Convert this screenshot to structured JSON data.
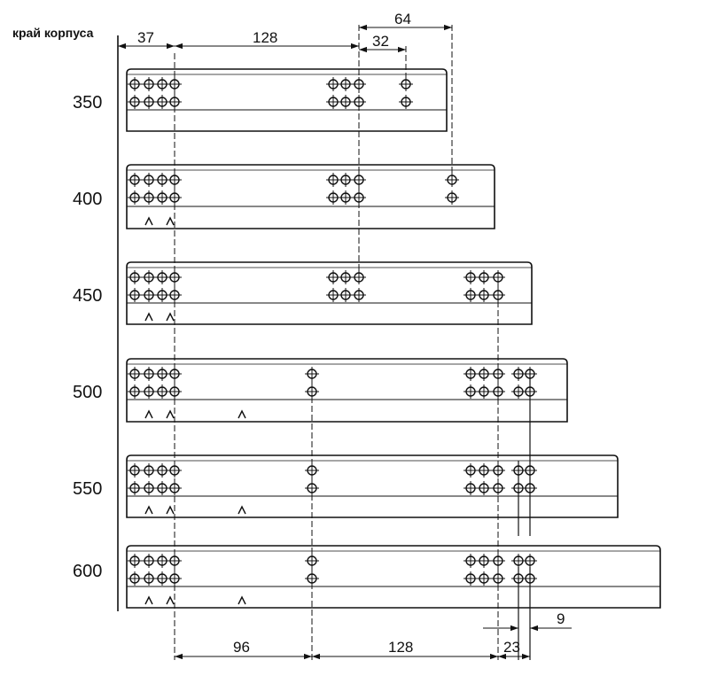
{
  "edge_label": "край корпуса",
  "top_dimensions": {
    "d37": "37",
    "d128": "128",
    "d32": "32",
    "d64": "64"
  },
  "bottom_dimensions": {
    "d96": "96",
    "d128": "128",
    "d23": "23",
    "d9": "9"
  },
  "rails": [
    {
      "length": "350"
    },
    {
      "length": "400"
    },
    {
      "length": "450"
    },
    {
      "length": "500"
    },
    {
      "length": "550"
    },
    {
      "length": "600"
    }
  ]
}
